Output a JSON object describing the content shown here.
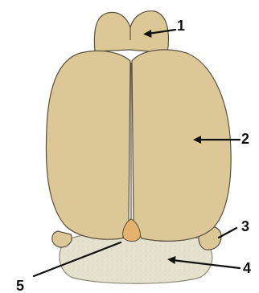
{
  "diagram": {
    "colors": {
      "hemisphere_fill": "#dcc897",
      "olfactory_fill": "#dcc897",
      "outline": "#5a5040",
      "pineal_fill": "#e2b26e",
      "cerebellum_fill": "#e5e3cf",
      "flocculus_fill": "#dcc897"
    },
    "labels": [
      {
        "id": "1",
        "text": "1"
      },
      {
        "id": "2",
        "text": "2"
      },
      {
        "id": "3",
        "text": "3"
      },
      {
        "id": "4",
        "text": "4"
      },
      {
        "id": "5",
        "text": "5"
      }
    ]
  }
}
